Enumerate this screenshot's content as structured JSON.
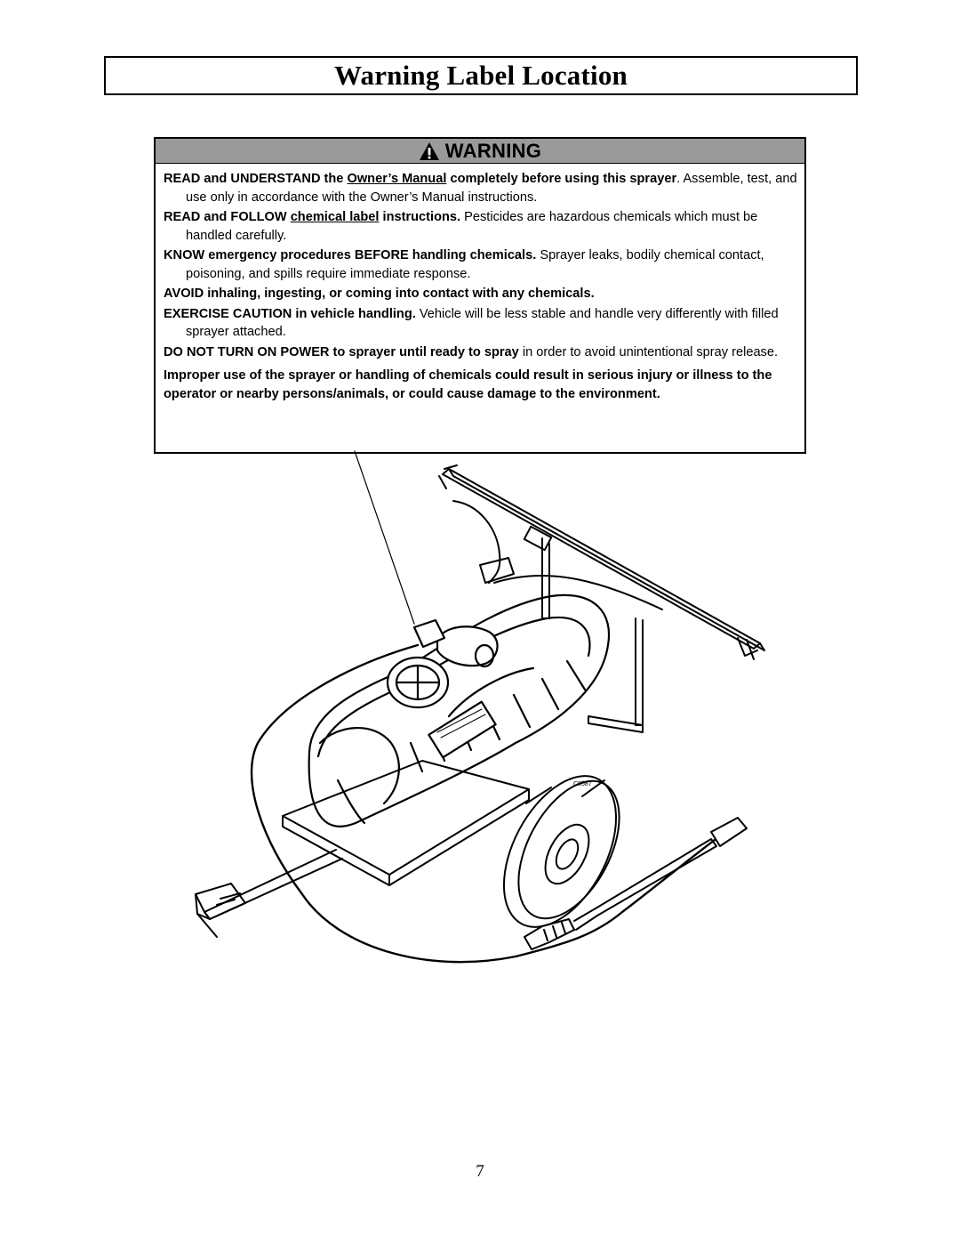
{
  "page": {
    "title": "Warning Label Location",
    "number": "7"
  },
  "warning": {
    "label": "WARNING",
    "icon": "warning-triangle-icon",
    "items": [
      {
        "bold_1": "READ and UNDERSTAND the ",
        "underline": "Owner’s Manual",
        "bold_2": " completely before using this sprayer",
        "normal": ". Assemble, test, and use only in accordance with the Owner’s Manual instructions."
      },
      {
        "bold_1": "READ and FOLLOW ",
        "underline": "chemical label",
        "bold_2": " instructions.",
        "normal": "  Pesticides are hazardous chemicals which must be handled carefully."
      },
      {
        "bold_1": "KNOW emergency procedures BEFORE handling chemicals.",
        "underline": "",
        "bold_2": "",
        "normal": "  Sprayer leaks, bodily chemical contact, poisoning, and spills require immediate response."
      },
      {
        "bold_1": "AVOID inhaling, ingesting, or coming into contact with any chemicals.",
        "underline": "",
        "bold_2": "",
        "normal": ""
      },
      {
        "bold_1": "EXERCISE CAUTION in vehicle handling.",
        "underline": "",
        "bold_2": "",
        "normal": "  Vehicle will be less stable and handle very differently with filled sprayer attached."
      },
      {
        "bold_1": "DO NOT TURN ON POWER to sprayer until ready to spray",
        "underline": "",
        "bold_2": "",
        "normal": " in order to avoid unintentional spray release."
      }
    ],
    "final_statement": "Improper use of the sprayer or handling of chemicals could result in serious injury or illness to the operator or nearby persons/animals, or could cause damage to the environment."
  },
  "illustration": {
    "name": "trailer-sprayer-illustration",
    "tag_text": "C8587"
  }
}
